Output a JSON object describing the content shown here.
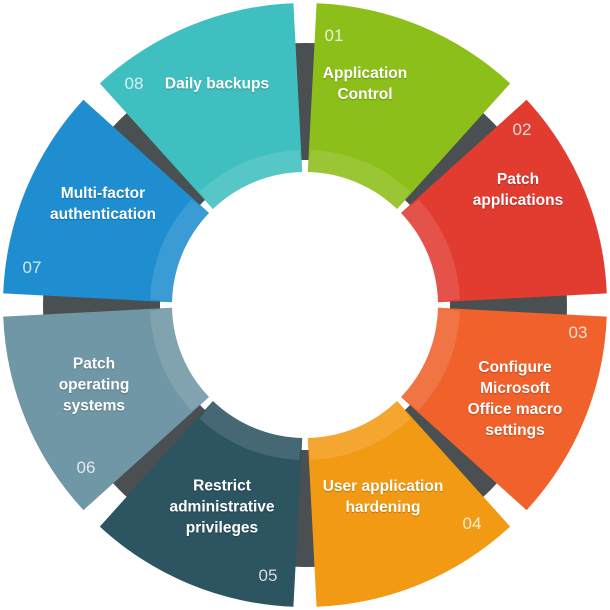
{
  "segments": [
    {
      "number": "01",
      "label": "Application\nControl",
      "color": "#8cbf1a"
    },
    {
      "number": "02",
      "label": "Patch\napplications",
      "color": "#e23b30"
    },
    {
      "number": "03",
      "label": "Configure\nMicrosoft\nOffice macro\nsettings",
      "color": "#f0612c"
    },
    {
      "number": "04",
      "label": "User application\nhardening",
      "color": "#f39a14"
    },
    {
      "number": "05",
      "label": "Restrict\nadministrative\nprivileges",
      "color": "#2c5461"
    },
    {
      "number": "06",
      "label": "Patch\noperating\nsystems",
      "color": "#7097a5"
    },
    {
      "number": "07",
      "label": "Multi-factor\nauthentication",
      "color": "#1f8ed0"
    },
    {
      "number": "08",
      "label": "Daily backups",
      "color": "#3fbfc0"
    }
  ]
}
